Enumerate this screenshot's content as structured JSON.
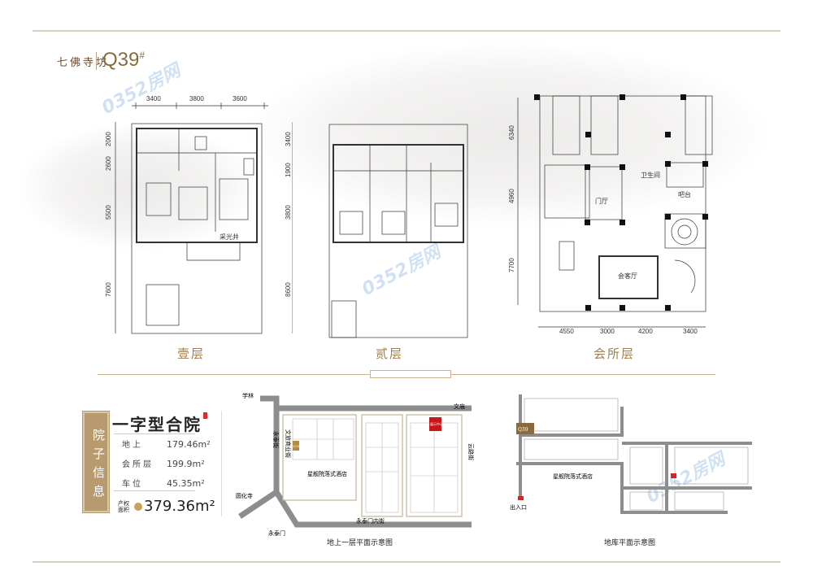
{
  "header": {
    "project": "七佛寺坊",
    "unit_code": "Q39",
    "unit_suffix": "#"
  },
  "watermark": "0352房网",
  "floors": [
    {
      "label": "壹层",
      "dims_top": [
        "3400",
        "3800",
        "3600"
      ],
      "dims_left": [
        "2000",
        "2600",
        "5500",
        "7600"
      ],
      "dims_right": [
        "3400",
        "1900",
        "3800",
        "8600"
      ],
      "room_label": "采光井"
    },
    {
      "label": "贰层"
    },
    {
      "label": "会所层",
      "dims_left": [
        "6340",
        "4960",
        "7700"
      ],
      "dims_bottom": [
        "4550",
        "3000",
        "4200",
        "3400"
      ],
      "room_labels": [
        "卫生间",
        "门厅",
        "会客厅",
        "吧台"
      ]
    }
  ],
  "info": {
    "tag": "院子信息",
    "type_title": "一字型合院",
    "rows": [
      {
        "label": "地上",
        "value": "179.46m²"
      },
      {
        "label": "会所层",
        "value": "199.9m²"
      },
      {
        "label": "车位",
        "value": "45.35m²"
      }
    ],
    "total_label": "产权面积",
    "total_value": "379.36m²"
  },
  "site_map": {
    "title": "地上一层平面示意图",
    "labels": {
      "xuelin": "学林",
      "wenmiao": "文庙",
      "yongtai_street": "永泰街",
      "commercial": "文旅商业街",
      "hotel": "星舰院落式酒店",
      "inner_street": "永泰门内街",
      "yunlu": "云路街",
      "temple": "圆化寺",
      "gate": "永泰门",
      "center": "展示中心",
      "unit": "Q39"
    }
  },
  "garage_map": {
    "title": "地库平面示意图",
    "hotel": "星舰院落式酒店",
    "entrance": "出入口",
    "unit": "Q39"
  }
}
